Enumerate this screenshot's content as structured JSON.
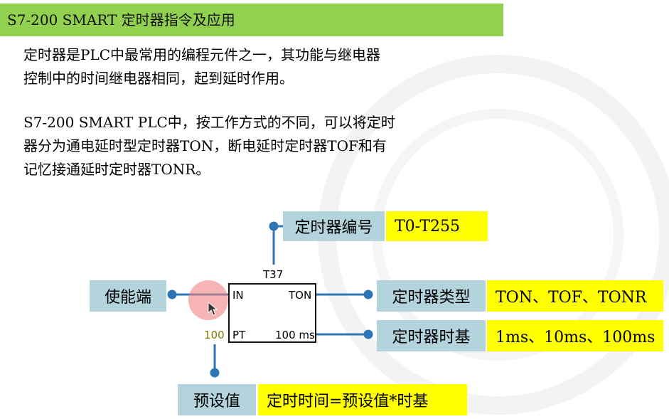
{
  "header": {
    "title": "S7-200 SMART 定时器指令及应用"
  },
  "paragraphs": {
    "p1": "定时器是PLC中最常用的编程元件之一，其功能与继电器\n控制中的时间继电器相同，起到延时作用。",
    "p2": "S7-200 SMART PLC中，按工作方式的不同，可以将定时\n器分为通电延时型定时器TON，断电延时定时器TOF和有\n记忆接通延时定时器TONR。"
  },
  "diagram": {
    "timer": {
      "name": "T37",
      "in_label": "IN",
      "type_label": "TON",
      "pt_label": "PT",
      "base_label": "100 ms",
      "preset_value": "100"
    },
    "annotations": {
      "timer_number": {
        "label": "定时器编号",
        "value": "T0-T255"
      },
      "enable": {
        "label": "使能端"
      },
      "timer_type": {
        "label": "定时器类型",
        "value": "TON、TOF、TONR"
      },
      "time_base": {
        "label": "定时器时基",
        "value": "1ms、10ms、100ms"
      },
      "preset": {
        "label": "预设值",
        "value": "定时时间=预设值*时基"
      }
    }
  },
  "colors": {
    "title_bar": "#92d050",
    "label_box": "#b3d3dd",
    "value_box": "#ffff00",
    "connector": "#2e75b6",
    "preset_text": "#808000"
  }
}
